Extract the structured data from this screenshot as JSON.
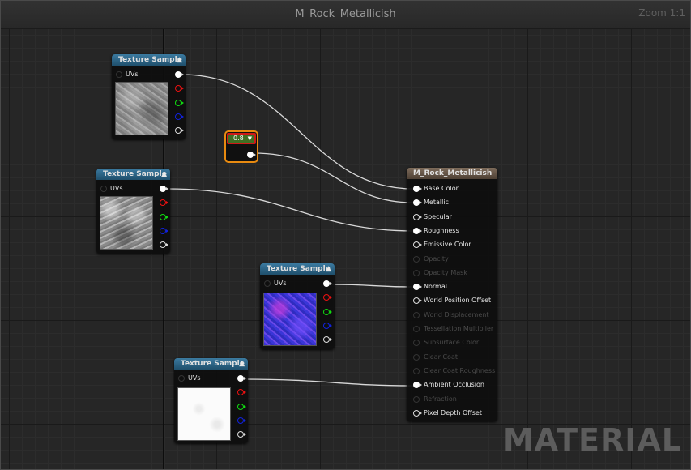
{
  "editor": {
    "title": "M_Rock_Metallicish",
    "zoom": "Zoom 1:1",
    "watermark": "MATERIAL"
  },
  "texture_nodes": [
    {
      "id": "tex1",
      "title": "Texture Sample",
      "uv_label": "UVs",
      "texture": "rock-albedo"
    },
    {
      "id": "tex2",
      "title": "Texture Sample",
      "uv_label": "UVs",
      "texture": "rock-roughness"
    },
    {
      "id": "tex3",
      "title": "Texture Sample",
      "uv_label": "UVs",
      "texture": "rock-normal"
    },
    {
      "id": "tex4",
      "title": "Texture Sample",
      "uv_label": "UVs",
      "texture": "rock-ambient-occlusion"
    }
  ],
  "constant_node": {
    "value": "0.8",
    "dropdown_icon": "triangle-down-icon"
  },
  "result_node": {
    "title": "M_Rock_Metallicish",
    "inputs": [
      {
        "label": "Base Color",
        "state": "connected"
      },
      {
        "label": "Metallic",
        "state": "connected"
      },
      {
        "label": "Specular",
        "state": "active"
      },
      {
        "label": "Roughness",
        "state": "connected"
      },
      {
        "label": "Emissive Color",
        "state": "active"
      },
      {
        "label": "Opacity",
        "state": "disabled"
      },
      {
        "label": "Opacity Mask",
        "state": "disabled"
      },
      {
        "label": "Normal",
        "state": "connected"
      },
      {
        "label": "World Position Offset",
        "state": "active"
      },
      {
        "label": "World Displacement",
        "state": "disabled"
      },
      {
        "label": "Tessellation Multiplier",
        "state": "disabled"
      },
      {
        "label": "Subsurface Color",
        "state": "disabled"
      },
      {
        "label": "Clear Coat",
        "state": "disabled"
      },
      {
        "label": "Clear Coat Roughness",
        "state": "disabled"
      },
      {
        "label": "Ambient Occlusion",
        "state": "connected"
      },
      {
        "label": "Refraction",
        "state": "disabled"
      },
      {
        "label": "Pixel Depth Offset",
        "state": "active"
      }
    ]
  },
  "connections": [
    {
      "from": "tex1.rgb",
      "to": "Base Color"
    },
    {
      "from": "constant.out",
      "to": "Metallic"
    },
    {
      "from": "tex2.rgb",
      "to": "Roughness"
    },
    {
      "from": "tex3.rgb",
      "to": "Normal"
    },
    {
      "from": "tex4.rgb",
      "to": "Ambient Occlusion"
    }
  ],
  "colors": {
    "canvas": "#262626",
    "texture_header": "#2e6586",
    "result_header": "#6b5a4a",
    "constant_border": "#e88a10",
    "constant_selected": "#d01818",
    "wire": "#d8d8d8"
  }
}
